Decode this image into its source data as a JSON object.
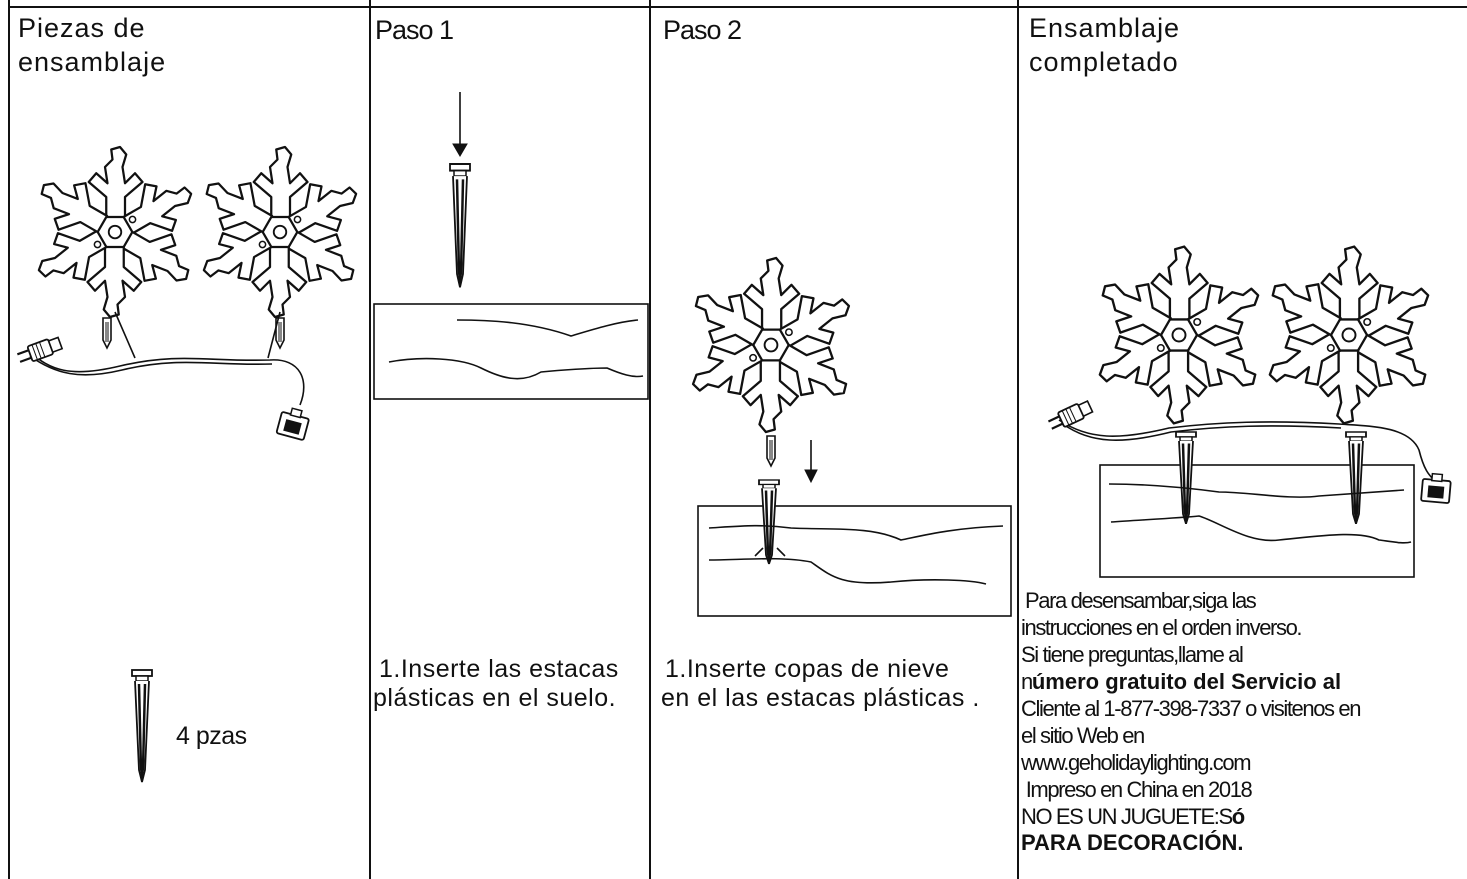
{
  "panels": {
    "parts": {
      "title_line1": "Piezas de",
      "title_line2": "ensamblaje",
      "stake_count": "4 pzas"
    },
    "step1": {
      "title": "Paso 1",
      "instruction_line1": "1.Inserte las estacas",
      "instruction_line2": "plásticas en el suelo."
    },
    "step2": {
      "title": "Paso 2",
      "instruction_line1": "1.Inserte copas de nieve",
      "instruction_line2": "en el las estacas plásticas ."
    },
    "complete": {
      "title_line1": "Ensamblaje",
      "title_line2": "completado",
      "info": {
        "line1": "Para desensambar,siga las",
        "line2": "instrucciones en el orden inverso.",
        "line3": "Si tiene preguntas,llame al",
        "line4_prefix": "n",
        "line4_bold": "úmero gratuito del Servicio al",
        "line5": "Cliente al 1-877-398-7337 o visitenos en",
        "line6": "el sitio Web en",
        "line7": "www.geholidaylighting.com",
        "line8": " Impreso en China en 2018",
        "line9_prefix": "NO ES UN JUGUETE:S",
        "line9_bold": "ó",
        "line10": "PARA DECORACIÓN."
      }
    }
  },
  "icons": [
    "snowflake-icon",
    "stake-icon",
    "plug-icon",
    "end-connector-icon",
    "down-arrow-icon",
    "ground-box-icon"
  ]
}
